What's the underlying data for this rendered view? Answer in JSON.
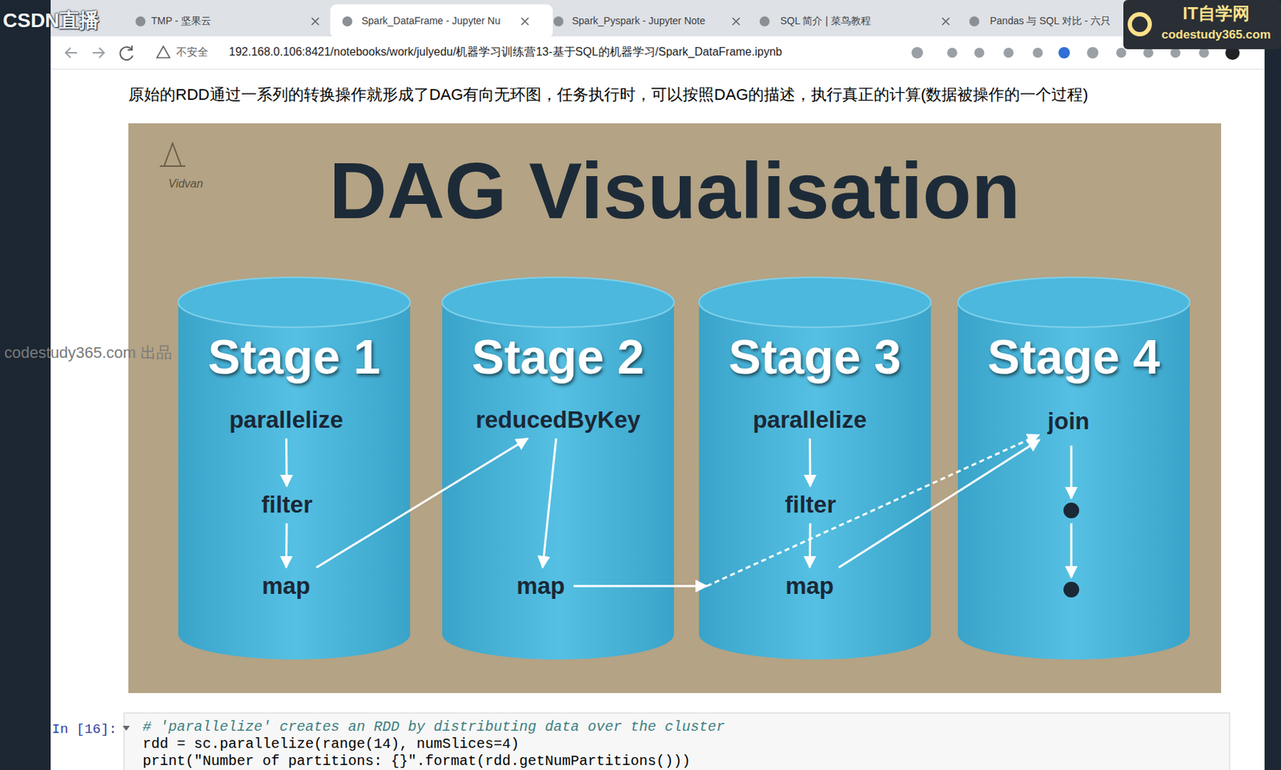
{
  "diagram": {
    "title": "DAG Visualisation",
    "caption": "原始的RDD通过一系列的转换操作就形成了DAG有向无环图，任务执行时，可以按照DAG的描述，执行真正的计算(数据被操作的一个过程)",
    "nodes": [
      {
        "text": [
          "Stage 1"
        ]
      },
      {
        "text": [
          "parallelize"
        ],
        "in": 0
      },
      {
        "text": [
          "filter"
        ],
        "in": 0
      },
      {
        "text": [
          "map"
        ],
        "in": 0
      },
      {
        "text": [
          "Stage 2"
        ]
      },
      {
        "text": [
          "reducedByKey"
        ],
        "in": 4
      },
      {
        "text": [
          "map"
        ],
        "in": 4
      },
      {
        "text": [
          "Stage 3"
        ]
      },
      {
        "text": [
          "parallelize"
        ],
        "in": 7
      },
      {
        "text": [
          "filter"
        ],
        "in": 7
      },
      {
        "text": [
          "map"
        ],
        "in": 7
      },
      {
        "text": [
          "Stage 4"
        ]
      },
      {
        "text": [
          "join"
        ],
        "in": 11
      }
    ],
    "edges": [
      {
        "from": 1,
        "to": 2,
        "arrow": "to"
      },
      {
        "from": 2,
        "to": 3,
        "arrow": "to"
      },
      {
        "from": 3,
        "to": 5,
        "arrow": "to"
      },
      {
        "from": 5,
        "to": 6,
        "arrow": "to"
      },
      {
        "from": 6,
        "to": 12,
        "arrow": "to"
      },
      {
        "from": 8,
        "to": 9,
        "arrow": "to"
      },
      {
        "from": 9,
        "to": 10,
        "arrow": "to"
      },
      {
        "from": 10,
        "to": 12,
        "arrow": "to"
      }
    ],
    "labels": [
      "TMP - 坚果云",
      "Spark_DataFrame - Jupyter Nu",
      "Spark_Pyspark - Jupyter Note",
      "SQL 简介 | 菜鸟教程",
      "Pandas 与 SQL 对比 - 六只",
      "不安全",
      "192.168.0.106:8421/notebooks/work/julyedu/机器学习训练营13-基于SQL的机器学习/Spark_DataFrame.ipynb",
      "CSDN直播",
      "IT自学网",
      "codestudy365.com",
      "codestudy365.com 出品",
      "Vidvan",
      "In [16]:",
      "# 'parallelize' creates an RDD by distributing data over the cluster",
      "rdd = sc.parallelize(range(14), numSlices=4)",
      "print(\"Number of partitions: {}\".format(rdd.getNumPartitions()))"
    ]
  }
}
